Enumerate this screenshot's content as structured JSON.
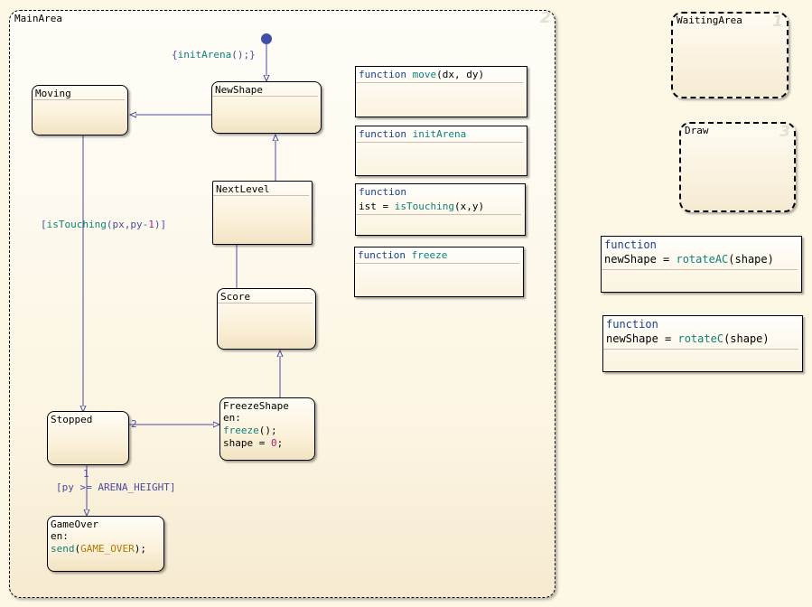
{
  "main_area": {
    "name": "MainArea",
    "order": "2"
  },
  "waiting_area": {
    "name": "WaitingArea",
    "order": "1"
  },
  "draw": {
    "name": "Draw",
    "order": "3"
  },
  "states": {
    "moving": {
      "name": "Moving"
    },
    "new_shape": {
      "name": "NewShape"
    },
    "next_level": {
      "name": "NextLevel"
    },
    "score": {
      "name": "Score"
    },
    "stopped": {
      "name": "Stopped"
    },
    "freeze_shape": {
      "name": "FreezeShape",
      "en": "en:",
      "call_fn": "freeze",
      "call_tail": "();",
      "assign_lhs": "shape = ",
      "assign_val": "0",
      "assign_end": ";"
    },
    "game_over": {
      "name": "GameOver",
      "en": "en:",
      "send_fn": "send",
      "send_open": "(",
      "send_arg": "GAME_OVER",
      "send_close": ");"
    }
  },
  "functions": {
    "move": {
      "keyword": "function",
      "name": "move",
      "args": "(dx, dy)"
    },
    "init_arena": {
      "keyword": "function",
      "name": "initArena"
    },
    "is_touching": {
      "keyword": "function",
      "lhs": "ist = ",
      "name": "isTouching",
      "args": "(x,y)"
    },
    "freeze": {
      "keyword": "function",
      "name": "freeze"
    },
    "rotate_ac": {
      "keyword": "function",
      "lhs": "newShape = ",
      "name": "rotateAC",
      "args": "(shape)"
    },
    "rotate_c": {
      "keyword": "function",
      "lhs": "newShape = ",
      "name": "rotateC",
      "args": "(shape)"
    }
  },
  "transitions": {
    "default_action": {
      "open": "{",
      "fn": "initArena",
      "close": "();}"
    },
    "is_touching_guard": {
      "open": "[",
      "fn": "isTouching",
      "args_a": "(px,py-",
      "lit": "1",
      "args_b": ")]"
    },
    "arena_guard": "[py >= ARENA_HEIGHT]",
    "priority_1": "1",
    "priority_2": "2"
  },
  "colors": {
    "wire": "#4a4aa0",
    "keyword": "#1f3f8f",
    "function": "#11807a",
    "literal": "#b0207a",
    "constant": "#b07800"
  }
}
